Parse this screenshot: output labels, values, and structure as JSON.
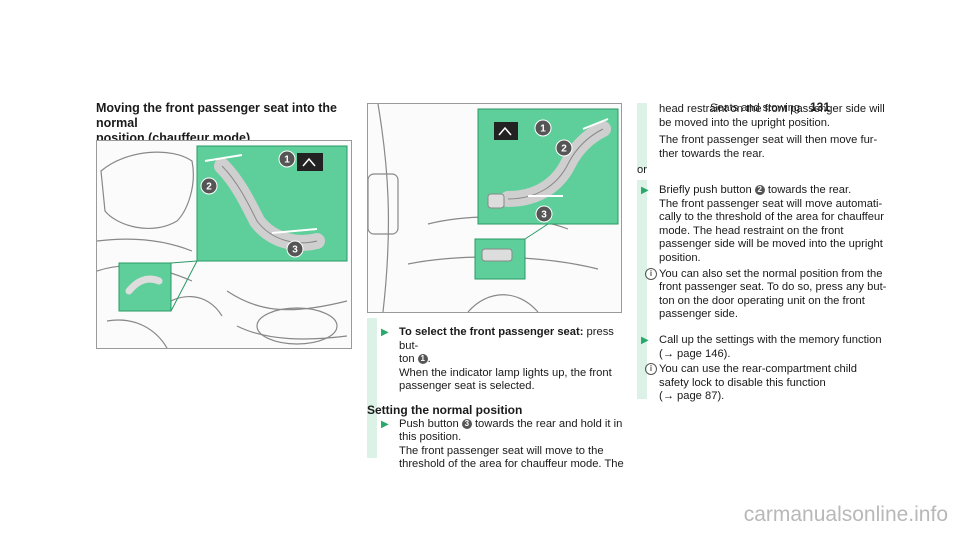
{
  "header": {
    "section": "Seats and stowing",
    "page": "131"
  },
  "left": {
    "title_line1": "Moving the front passenger seat into the normal",
    "title_line2": "position (chauffeur mode)"
  },
  "middle": {
    "step1_bold": "To select the front passenger seat:",
    "step1_line1_rest": "press but-",
    "step1_line2_pre": "ton",
    "step1_num": "1",
    "step1_line2_post": ".",
    "step1_line3": "When the indicator lamp lights up, the front",
    "step1_line4": "passenger seat is selected.",
    "subheading": "Setting the normal position",
    "step2_line1_pre": "Push button",
    "step2_num": "3",
    "step2_line1_post": "towards the rear and hold it in",
    "step2_line2": "this position.",
    "step2_line3": "The front passenger seat will move to the",
    "step2_line4": "threshold of the area for chauffeur mode. The"
  },
  "right": {
    "cont_line1": "head restraint on the front passenger side will",
    "cont_line2": "be moved into the upright position.",
    "cont_line3": "The front passenger seat will then move fur-",
    "cont_line4": "ther towards the rear.",
    "or": "or",
    "step3_line1_pre": "Briefly push button",
    "step3_num": "2",
    "step3_line1_post": "towards the rear.",
    "step3_line2": "The front passenger seat will move automati-",
    "step3_line3": "cally to the threshold of the area for chauffeur",
    "step3_line4": "mode. The head restraint on the front",
    "step3_line5": "passenger side will be moved into the upright",
    "step3_line6": "position.",
    "info1_line1": "You can also set the normal position from the",
    "info1_line2": "front passenger seat. To do so, press any but-",
    "info1_line3": "ton on the door operating unit on the front",
    "info1_line4": "passenger side.",
    "step4_line1": "Call up the settings with the memory function",
    "step4_line2": "(→ page 146).",
    "info2_line1": "You can use the rear-compartment child",
    "info2_line2": "safety lock to disable this function",
    "info2_line3": "(→ page 87)."
  },
  "figures": {
    "left_callouts": [
      "1",
      "2",
      "3"
    ],
    "right_callouts": [
      "1",
      "2",
      "3"
    ]
  },
  "watermark": "carmanualsonline.info",
  "colors": {
    "accent": "#28a96b",
    "highlight_bar": "#dcf2e6",
    "callout": "#555555"
  }
}
